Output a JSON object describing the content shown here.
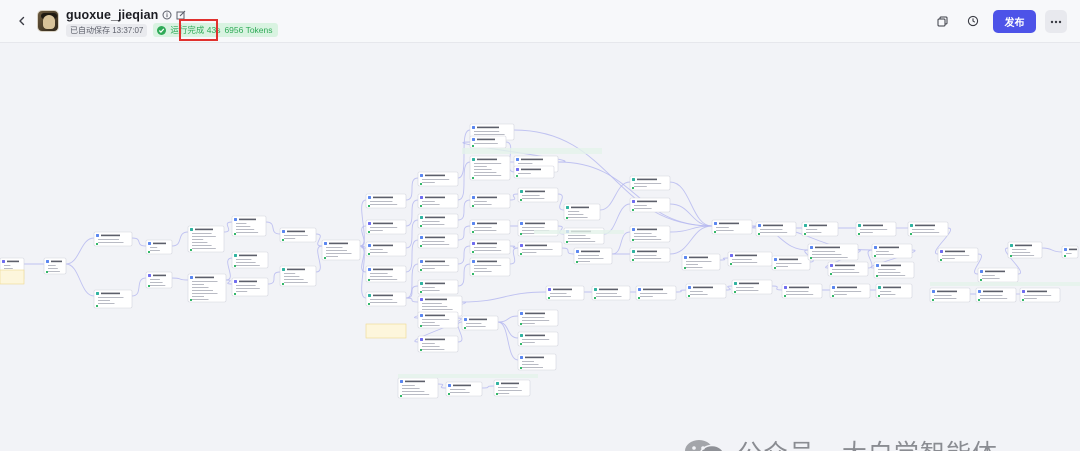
{
  "header": {
    "title": "guoxue_jieqian",
    "autosave_label": "已自动保存 13:37:07",
    "run_status": "运行完成 43s",
    "tokens": "6956 Tokens",
    "publish_label": "发布",
    "colors": {
      "accent": "#4d53e8",
      "success": "#2faa57",
      "success_bg": "#d9f3e1",
      "highlight": "#e0312e"
    },
    "icons": [
      "back-arrow-icon",
      "info-icon",
      "edit-icon",
      "check-circle-icon",
      "copy-icon",
      "history-icon",
      "more-icon"
    ]
  },
  "canvas": {
    "background": "#f2f3f7",
    "edge_color": "#b6b8f0"
  },
  "watermark": {
    "text": "公众号 · 大白学智能体"
  }
}
